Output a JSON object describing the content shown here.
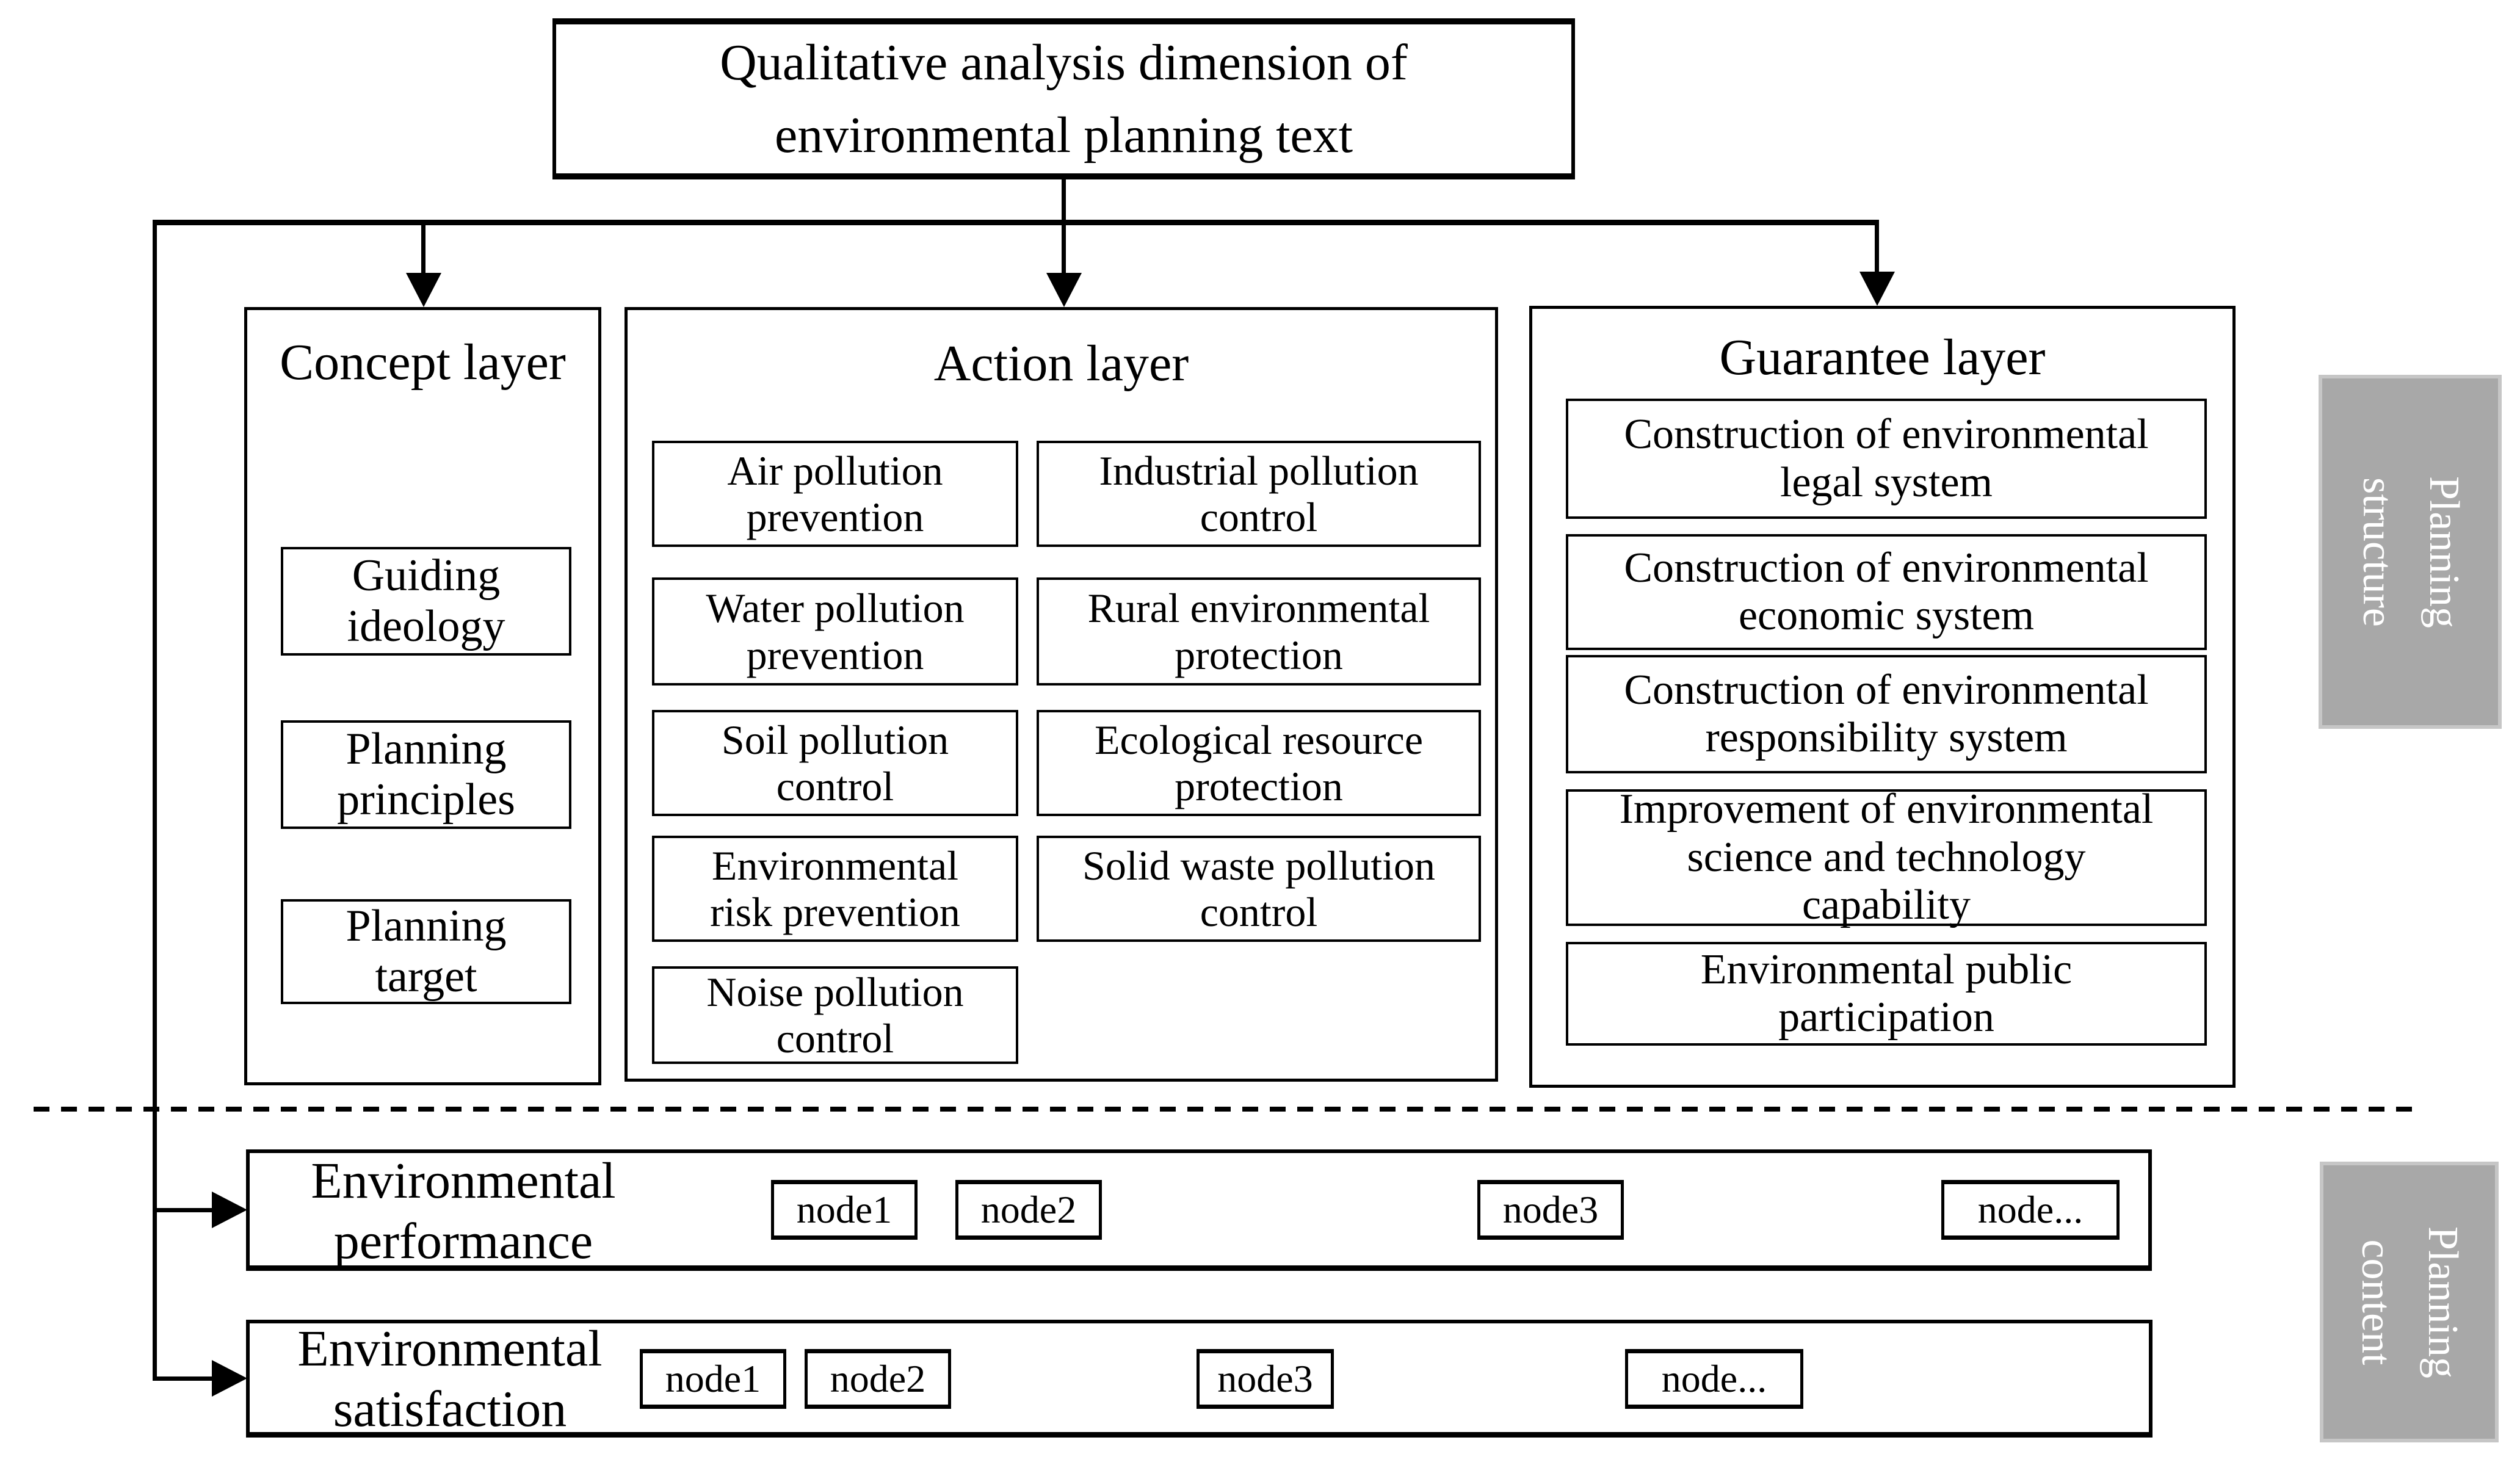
{
  "title": {
    "lines": [
      "Qualitative analysis dimension of",
      "environmental planning text"
    ]
  },
  "layers": {
    "concept": {
      "header": "Concept layer",
      "items": [
        {
          "lines": [
            "Guiding",
            "ideology"
          ]
        },
        {
          "lines": [
            "Planning",
            "principles"
          ]
        },
        {
          "lines": [
            "Planning",
            "target"
          ]
        }
      ]
    },
    "action": {
      "header": "Action layer",
      "left_items": [
        {
          "lines": [
            "Air pollution",
            "prevention"
          ]
        },
        {
          "lines": [
            "Water pollution",
            "prevention"
          ]
        },
        {
          "lines": [
            "Soil pollution",
            "control"
          ]
        },
        {
          "lines": [
            "Environmental",
            "risk prevention"
          ]
        },
        {
          "lines": [
            "Noise pollution",
            "control"
          ]
        }
      ],
      "right_items": [
        {
          "lines": [
            "Industrial pollution",
            "control"
          ]
        },
        {
          "lines": [
            "Rural environmental",
            "protection"
          ]
        },
        {
          "lines": [
            "Ecological resource",
            "protection"
          ]
        },
        {
          "lines": [
            "Solid waste pollution",
            "control"
          ]
        }
      ]
    },
    "guarantee": {
      "header": "Guarantee layer",
      "items": [
        {
          "lines": [
            "Construction of environmental",
            "legal system"
          ]
        },
        {
          "lines": [
            "Construction of environmental",
            "economic system"
          ]
        },
        {
          "lines": [
            "Construction of environmental",
            "responsibility system"
          ]
        },
        {
          "lines": [
            "Improvement of environmental",
            "science and technology",
            "capability"
          ]
        },
        {
          "lines": [
            "Environmental public",
            "participation"
          ]
        }
      ]
    }
  },
  "side_labels": {
    "structure": {
      "lines": [
        "Planning",
        "structure"
      ]
    },
    "content": {
      "lines": [
        "Planning",
        "content"
      ]
    }
  },
  "rows": {
    "performance": {
      "label_lines": [
        "Environmental",
        "performance"
      ],
      "nodes": [
        "node1",
        "node2",
        "node3",
        "node..."
      ]
    },
    "satisfaction": {
      "label_lines": [
        "Environmental",
        "satisfaction"
      ],
      "nodes": [
        "node1",
        "node2",
        "node3",
        "node..."
      ]
    }
  },
  "colors": {
    "gray_fill": "#a8a8a8",
    "gray_border": "#c6c6c6",
    "line_color": "#000000",
    "background": "#ffffff"
  }
}
